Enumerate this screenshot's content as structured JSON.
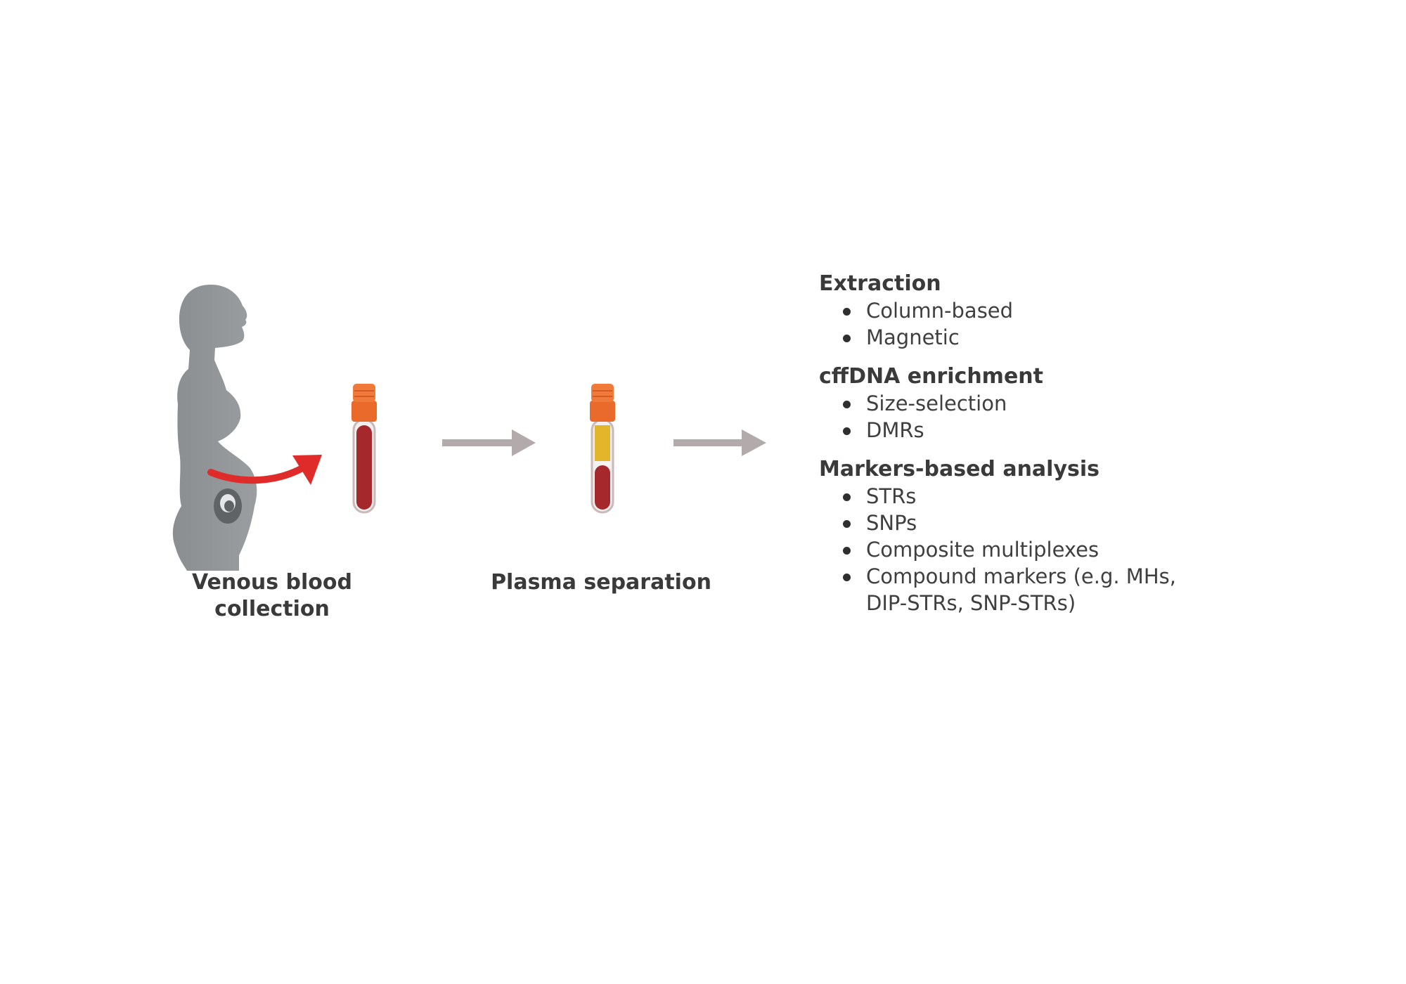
{
  "steps": [
    {
      "caption_line1": "Venous blood",
      "caption_line2": "collection"
    },
    {
      "caption": "Plasma separation"
    }
  ],
  "methods": [
    {
      "title": "Extraction",
      "items": [
        "Column-based",
        "Magnetic"
      ]
    },
    {
      "title": "cffDNA enrichment",
      "items": [
        "Size-selection",
        "DMRs"
      ]
    },
    {
      "title": "Markers-based analysis",
      "items": [
        "STRs",
        "SNPs",
        "Composite multiplexes",
        "Compound markers (e.g. MHs,",
        "DIP-STRs, SNP-STRs)"
      ]
    }
  ],
  "colors": {
    "silhouette": "#909496",
    "blood": "#a5282c",
    "plasma": "#e3b52a",
    "cap": "#ea6a2c",
    "arrow_gray": "#b3abab",
    "arrow_red": "#e02b2b"
  }
}
